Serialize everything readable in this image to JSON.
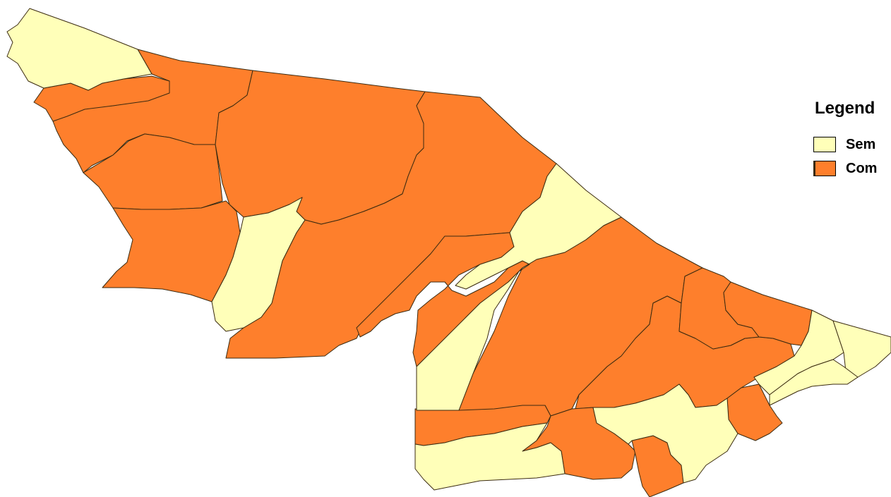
{
  "legend": {
    "title": "Legend",
    "items": [
      {
        "label": "Sem",
        "color": "#ffffb9"
      },
      {
        "label": "Com",
        "color": "#fe7f2c"
      }
    ]
  },
  "map": {
    "colors": {
      "light": "#ffffb9",
      "dark": "#fe7f2c",
      "border": "#3a2a10"
    }
  }
}
